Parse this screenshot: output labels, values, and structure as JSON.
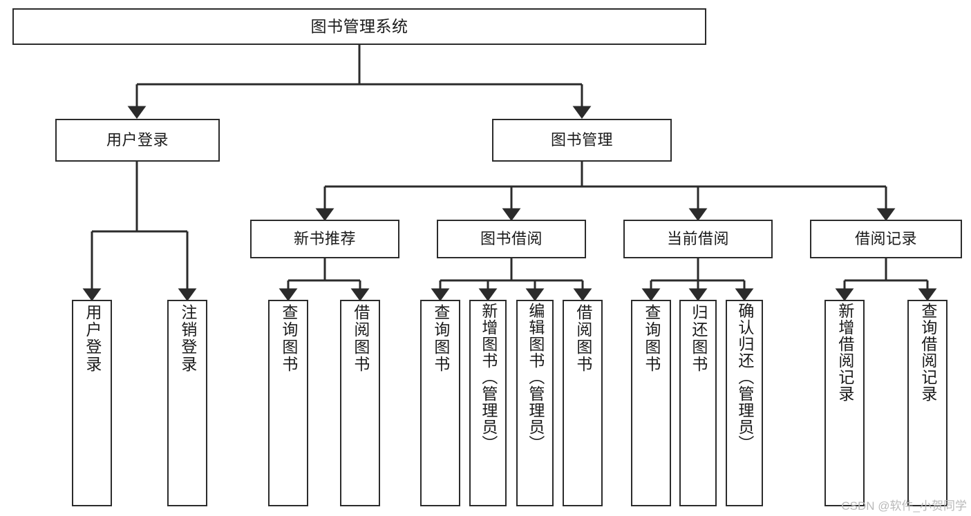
{
  "diagram": {
    "type": "tree-hierarchy",
    "title": "图书管理系统",
    "background_color": "#ffffff",
    "line_color": "#2b2b2b",
    "text_color": "#1a1a1a"
  },
  "nodes": {
    "root": {
      "label": "图书管理系统"
    },
    "level1": [
      {
        "label": "用户登录"
      },
      {
        "label": "图书管理"
      }
    ],
    "level2": [
      {
        "label": "新书推荐"
      },
      {
        "label": "图书借阅"
      },
      {
        "label": "当前借阅"
      },
      {
        "label": "借阅记录"
      }
    ],
    "leaves": {
      "user_login": [
        {
          "label": "用户登录"
        },
        {
          "label": "注销登录"
        }
      ],
      "new_book": [
        {
          "label": "查询图书"
        },
        {
          "label": "借阅图书"
        }
      ],
      "book_borrow": [
        {
          "label": "查询图书"
        },
        {
          "label": "新增图书（管理员）"
        },
        {
          "label": "编辑图书（管理员）"
        },
        {
          "label": "借阅图书"
        }
      ],
      "current_borrow": [
        {
          "label": "查询图书"
        },
        {
          "label": "归还图书"
        },
        {
          "label": "确认归还（管理员）"
        }
      ],
      "borrow_record": [
        {
          "label": "新增借阅记录"
        },
        {
          "label": "查询借阅记录"
        }
      ]
    }
  },
  "watermark": {
    "text": "CSDN @软件_小贺同学"
  }
}
